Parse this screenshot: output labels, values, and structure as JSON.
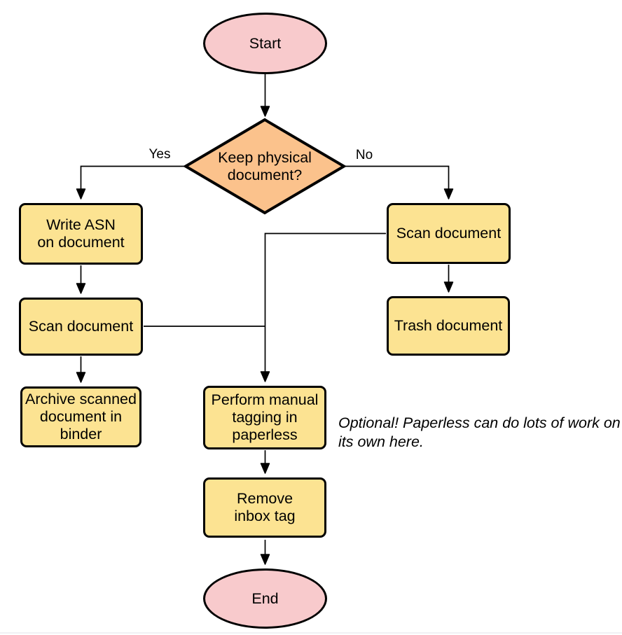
{
  "flow": {
    "start": {
      "label": "Start"
    },
    "end": {
      "label": "End"
    },
    "decision": {
      "lines": [
        "Keep physical",
        "document?"
      ]
    },
    "branch_labels": {
      "yes": "Yes",
      "no": "No"
    },
    "nodes": {
      "write_asn": {
        "lines": [
          "Write ASN",
          "on document"
        ]
      },
      "scan_left": {
        "lines": [
          "Scan document"
        ]
      },
      "archive": {
        "lines": [
          "Archive scanned",
          "document in",
          "binder"
        ]
      },
      "scan_right": {
        "lines": [
          "Scan document"
        ]
      },
      "trash": {
        "lines": [
          "Trash document"
        ]
      },
      "tagging": {
        "lines": [
          "Perform manual",
          "tagging in",
          "paperless"
        ]
      },
      "remove_inbox": {
        "lines": [
          "Remove",
          "inbox tag"
        ]
      }
    },
    "annotation": {
      "lines": [
        "Optional! Paperless can do lots of work on",
        "its own here."
      ]
    },
    "colors": {
      "terminal_fill": "#F8CACC",
      "decision_fill": "#FBC28C",
      "process_fill": "#FCE392",
      "stroke": "#000000"
    }
  }
}
